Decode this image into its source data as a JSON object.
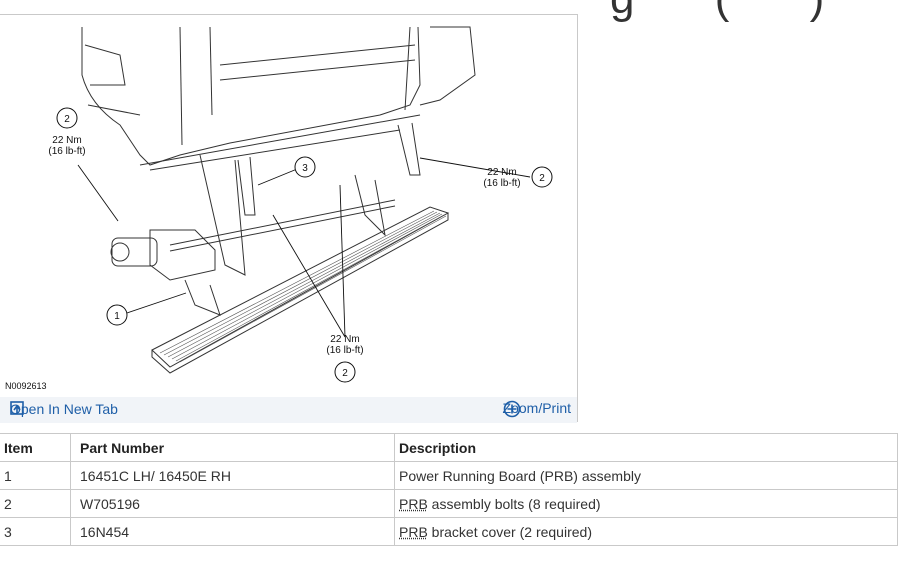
{
  "page": {
    "heading_fragment": "g (  )"
  },
  "figure": {
    "id_label": "N0092613",
    "callouts": [
      {
        "num": "2",
        "torque_nm": "22 Nm",
        "torque_lbft": "(16 lb-ft)"
      },
      {
        "num": "3"
      },
      {
        "num": "2",
        "torque_nm": "22 Nm",
        "torque_lbft": "(16 lb-ft)"
      },
      {
        "num": "1"
      },
      {
        "num": "2",
        "torque_nm": "22 Nm",
        "torque_lbft": "(16 lb-ft)"
      }
    ],
    "open_tab_label": "Open In New Tab",
    "zoom_label": "Zoom/Print"
  },
  "table": {
    "headers": [
      "Item",
      "Part Number",
      "Description"
    ],
    "rows": [
      {
        "item": "1",
        "part": "16451C LH/ 16450E RH",
        "desc": "Power Running Board (PRB) assembly"
      },
      {
        "item": "2",
        "part": "W705196",
        "desc_abbr": "PRB",
        "desc_rest": " assembly bolts (8 required)"
      },
      {
        "item": "3",
        "part": "16N454",
        "desc_abbr": "PRB",
        "desc_rest": " bracket cover (2 required)"
      }
    ]
  },
  "colors": {
    "link": "#1f5fa8",
    "footer_bg": "#f1f4f8",
    "border": "#c9c9c9"
  }
}
